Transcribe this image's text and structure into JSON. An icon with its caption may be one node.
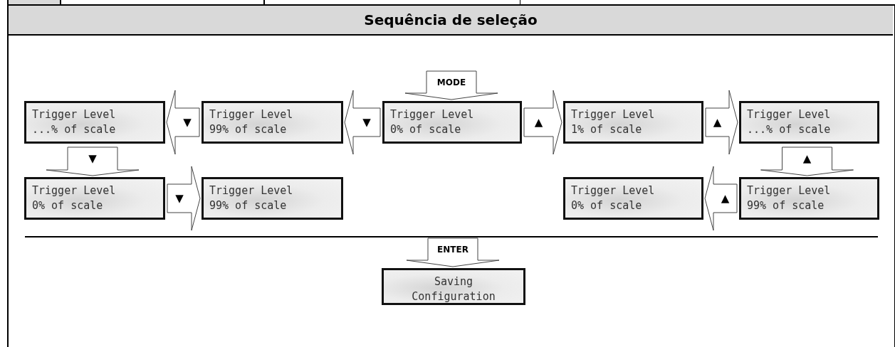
{
  "diagram": {
    "title": "Sequência de seleção",
    "nodes": [
      {
        "text": [
          "Trigger Level",
          "...% of scale"
        ]
      },
      {
        "text": [
          "Trigger Level",
          "99% of scale"
        ]
      },
      {
        "text": [
          "Trigger Level",
          "0% of scale"
        ]
      },
      {
        "text": [
          "Trigger Level",
          "1% of scale"
        ]
      },
      {
        "text": [
          "Trigger Level",
          "...% of scale"
        ]
      },
      {
        "text": [
          "Trigger Level",
          "0% of scale"
        ]
      },
      {
        "text": [
          "Trigger Level",
          "99% of scale"
        ]
      },
      {
        "text": [
          "Trigger Level",
          "0% of scale"
        ]
      },
      {
        "text": [
          "Trigger Level",
          "99% of scale"
        ]
      },
      {
        "text": [
          "Saving Configuration"
        ]
      }
    ],
    "edges": [
      {
        "from": null,
        "to": 2,
        "arrow": "to",
        "label": "MODE"
      },
      {
        "from": 2,
        "to": 1,
        "arrow": "to",
        "label": "▼"
      },
      {
        "from": 1,
        "to": 0,
        "arrow": "to",
        "label": "▼"
      },
      {
        "from": 0,
        "to": 5,
        "arrow": "to",
        "label": "▼"
      },
      {
        "from": 5,
        "to": 6,
        "arrow": "to",
        "label": "▼"
      },
      {
        "from": 2,
        "to": 3,
        "arrow": "to",
        "label": "▲"
      },
      {
        "from": 3,
        "to": 4,
        "arrow": "to",
        "label": "▲"
      },
      {
        "from": 4,
        "to": 8,
        "arrow": "to",
        "label": "▲"
      },
      {
        "from": 8,
        "to": 7,
        "arrow": "to",
        "label": "▲"
      },
      {
        "from": null,
        "to": 9,
        "arrow": "to",
        "label": "ENTER"
      }
    ]
  }
}
